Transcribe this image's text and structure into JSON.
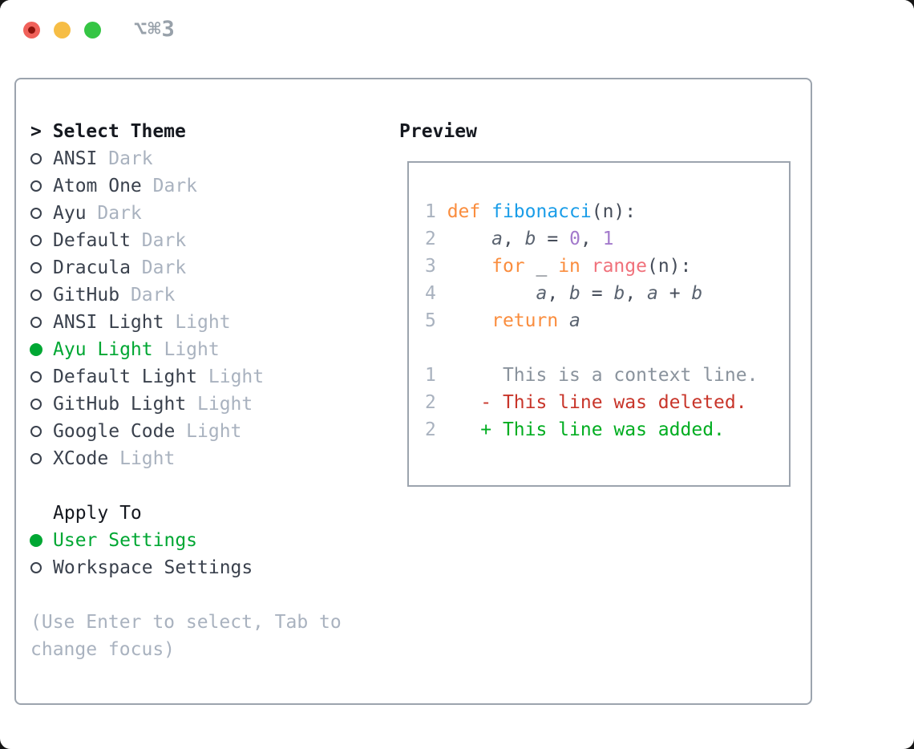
{
  "window": {
    "title": "⌥⌘3",
    "traffic_lights": [
      "close",
      "minimize",
      "zoom"
    ]
  },
  "colors": {
    "muted": "#a9b2bf",
    "kw": "#fa8d3e",
    "fn": "#1a9de8",
    "const": "#a37acc",
    "pink": "#f0717b",
    "var": "#5a6370",
    "plain": "#454c59",
    "context": "#8a939d",
    "del": "#c8352a",
    "add": "#00ad20",
    "accent_green": "#00a733",
    "header_dark": "#15181f",
    "item_dark": "#3a414d",
    "border_gray": "#9ca4ae"
  },
  "theme_list": {
    "prompt": "> ",
    "title": "Select Theme",
    "themes": [
      {
        "name": "ANSI",
        "variant": "Dark",
        "selected": false
      },
      {
        "name": "Atom One",
        "variant": "Dark",
        "selected": false
      },
      {
        "name": "Ayu",
        "variant": "Dark",
        "selected": false
      },
      {
        "name": "Default",
        "variant": "Dark",
        "selected": false
      },
      {
        "name": "Dracula",
        "variant": "Dark",
        "selected": false
      },
      {
        "name": "GitHub",
        "variant": "Dark",
        "selected": false
      },
      {
        "name": "ANSI Light",
        "variant": "Light",
        "selected": false
      },
      {
        "name": "Ayu Light",
        "variant": "Light",
        "selected": true
      },
      {
        "name": "Default Light",
        "variant": "Light",
        "selected": false
      },
      {
        "name": "GitHub Light",
        "variant": "Light",
        "selected": false
      },
      {
        "name": "Google Code",
        "variant": "Light",
        "selected": false
      },
      {
        "name": "XCode",
        "variant": "Light",
        "selected": false
      }
    ]
  },
  "apply_to": {
    "title": "Apply To",
    "options": [
      {
        "label": "User Settings",
        "selected": true
      },
      {
        "label": "Workspace Settings",
        "selected": false
      }
    ]
  },
  "help": {
    "text": "(Use Enter to select, Tab to change focus)"
  },
  "preview": {
    "title": "Preview",
    "code_lines": [
      {
        "tokens": [
          [
            "1 ",
            "muted"
          ],
          [
            "def ",
            "kw"
          ],
          [
            "fibonacci",
            "fn"
          ],
          [
            "(n):",
            "plain"
          ]
        ]
      },
      {
        "tokens": [
          [
            "2 ",
            "muted"
          ],
          [
            "    ",
            "plain"
          ],
          [
            "a",
            "var"
          ],
          [
            ", ",
            "plain"
          ],
          [
            "b",
            "var"
          ],
          [
            " = ",
            "plain"
          ],
          [
            "0",
            "const"
          ],
          [
            ", ",
            "plain"
          ],
          [
            "1",
            "const"
          ]
        ]
      },
      {
        "tokens": [
          [
            "3 ",
            "muted"
          ],
          [
            "    ",
            "plain"
          ],
          [
            "for ",
            "kw"
          ],
          [
            "_ ",
            "plain"
          ],
          [
            "in ",
            "kw"
          ],
          [
            "range",
            "pink"
          ],
          [
            "(n):",
            "plain"
          ]
        ]
      },
      {
        "tokens": [
          [
            "4 ",
            "muted"
          ],
          [
            "        ",
            "plain"
          ],
          [
            "a",
            "var"
          ],
          [
            ", ",
            "plain"
          ],
          [
            "b",
            "var"
          ],
          [
            " = ",
            "plain"
          ],
          [
            "b",
            "var"
          ],
          [
            ", ",
            "plain"
          ],
          [
            "a",
            "var"
          ],
          [
            " + ",
            "plain"
          ],
          [
            "b",
            "var"
          ]
        ]
      },
      {
        "tokens": [
          [
            "5 ",
            "muted"
          ],
          [
            "    ",
            "plain"
          ],
          [
            "return ",
            "kw"
          ],
          [
            "a",
            "var"
          ]
        ]
      },
      {
        "tokens": []
      },
      {
        "tokens": [
          [
            "1 ",
            "muted"
          ],
          [
            "     This is a context line.",
            "context"
          ]
        ]
      },
      {
        "tokens": [
          [
            "2 ",
            "muted"
          ],
          [
            "   - This line was deleted.",
            "del"
          ]
        ]
      },
      {
        "tokens": [
          [
            "2 ",
            "muted"
          ],
          [
            "   + This line was added.",
            "add"
          ]
        ]
      }
    ]
  }
}
